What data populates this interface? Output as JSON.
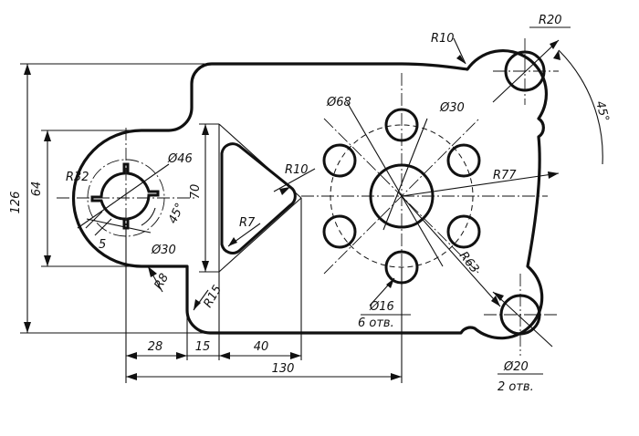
{
  "dimensions": {
    "overall_width": "130",
    "overall_height": "126",
    "left_height": "64",
    "seg_28": "28",
    "seg_15": "15",
    "seg_40": "40",
    "triangle_height": "70",
    "r32": "R32",
    "d46": "Ø46",
    "d30_left": "Ø30",
    "angle_45": "45°",
    "slot_5": "5",
    "r8": "R8",
    "r15": "R15",
    "r7": "R7",
    "r10_triangle": "R10",
    "r10_top": "R10",
    "r20": "R20",
    "angle_45_right": "45°",
    "d68": "Ø68",
    "d30_center": "Ø30",
    "r77": "R77",
    "r63": "R63",
    "d16": "Ø16",
    "d16_count": "6 отв.",
    "d20": "Ø20",
    "d20_count": "2 отв."
  }
}
